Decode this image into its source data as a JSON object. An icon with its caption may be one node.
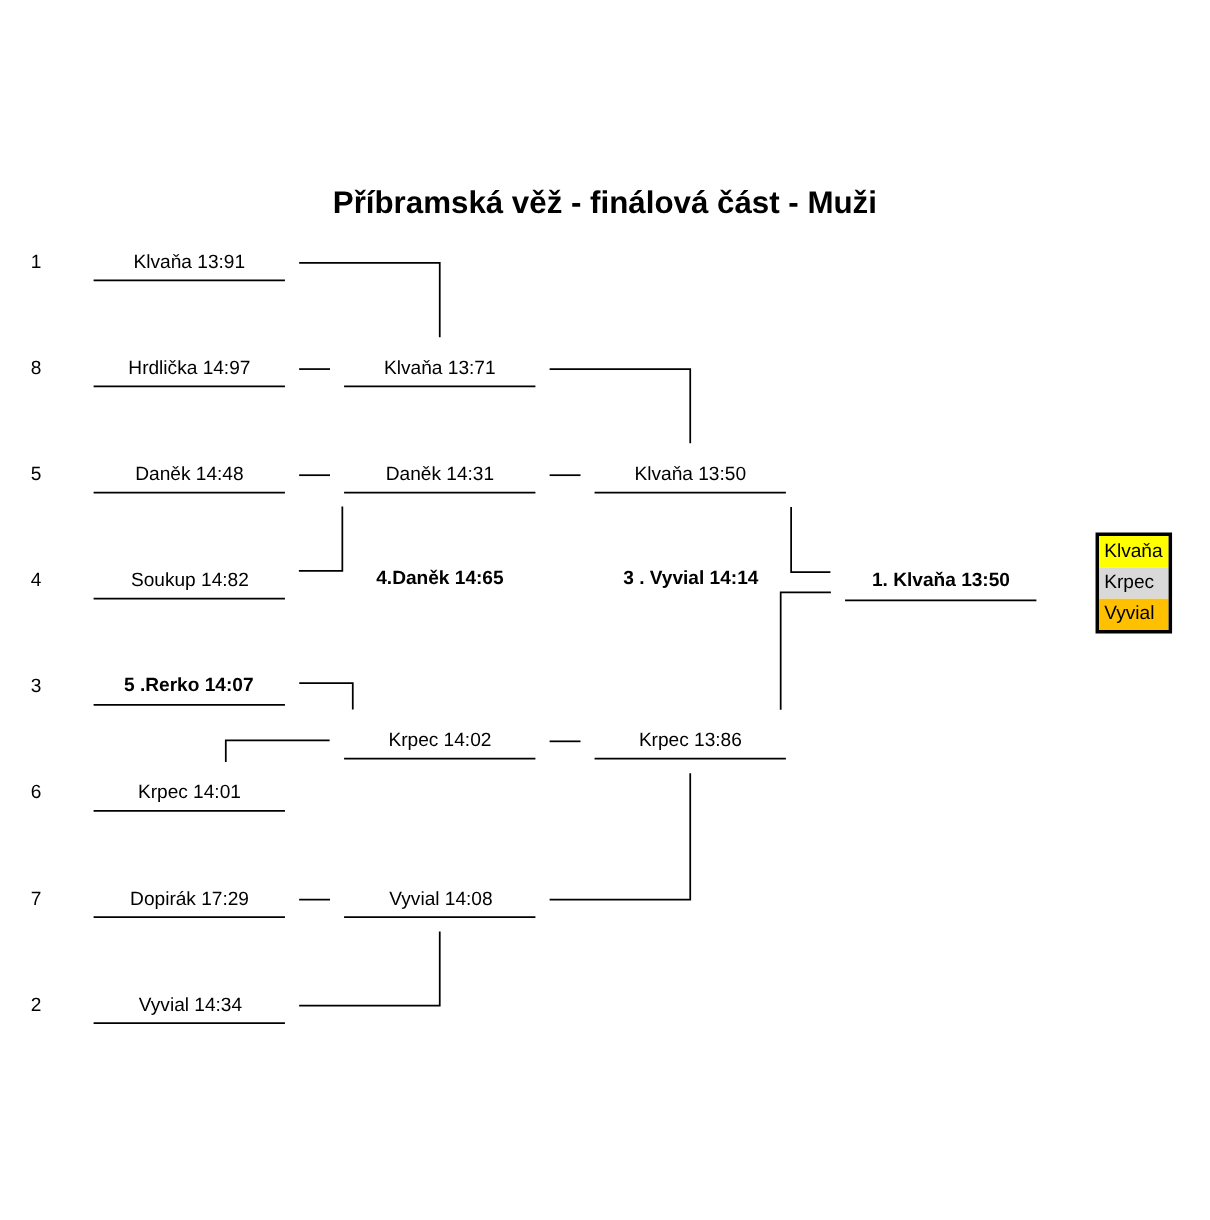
{
  "diagram": {
    "title": "Příbramská věž - finálová část - Muži",
    "nodes": [
      {
        "text": [
          "Klvaňa 13:91"
        ],
        "beside": [
          "1"
        ]
      },
      {
        "text": [
          "Hrdlička 14:97"
        ],
        "beside": [
          "8"
        ]
      },
      {
        "text": [
          "Daněk 14:48"
        ],
        "beside": [
          "5"
        ]
      },
      {
        "text": [
          "Soukup 14:82"
        ],
        "beside": [
          "4"
        ]
      },
      {
        "text": [
          "5 .Rerko 14:07"
        ],
        "beside": [
          "3"
        ]
      },
      {
        "text": [
          "Krpec 14:01"
        ],
        "beside": [
          "6"
        ]
      },
      {
        "text": [
          "Dopirák 17:29"
        ],
        "beside": [
          "7"
        ]
      },
      {
        "text": [
          "Vyvial 14:34"
        ],
        "beside": [
          "2"
        ]
      },
      {
        "text": [
          "Klvaňa 13:71"
        ]
      },
      {
        "text": [
          "Daněk 14:31"
        ]
      },
      {
        "text": [
          "Krpec 14:02"
        ]
      },
      {
        "text": [
          "Vyvial 14:08"
        ]
      },
      {
        "text": [
          "Klvaňa 13:50"
        ]
      },
      {
        "text": [
          "Krpec 13:86"
        ]
      },
      {
        "text": [
          "1. Klvaňa 13:50"
        ]
      }
    ],
    "edges": [
      {
        "from": 0,
        "to": 8,
        "arrow": "none"
      },
      {
        "from": 1,
        "to": 8,
        "arrow": "none"
      },
      {
        "from": 2,
        "to": 9,
        "arrow": "none"
      },
      {
        "from": 3,
        "to": 9,
        "arrow": "none"
      },
      {
        "from": 4,
        "to": 10,
        "arrow": "none"
      },
      {
        "from": 5,
        "to": 10,
        "arrow": "none"
      },
      {
        "from": 6,
        "to": 11,
        "arrow": "none"
      },
      {
        "from": 7,
        "to": 11,
        "arrow": "none"
      },
      {
        "from": 8,
        "to": 12,
        "arrow": "none"
      },
      {
        "from": 9,
        "to": 12,
        "arrow": "none"
      },
      {
        "from": 10,
        "to": 13,
        "arrow": "none"
      },
      {
        "from": 11,
        "to": 13,
        "arrow": "none"
      },
      {
        "from": 12,
        "to": 14,
        "arrow": "none"
      },
      {
        "from": 13,
        "to": 14,
        "arrow": "none"
      }
    ],
    "labels": [
      "4.Daněk 14:65",
      "3 . Vyvial 14:14"
    ],
    "legend": [
      {
        "text": "Klvaňa",
        "color": "#ffff00"
      },
      {
        "text": "Krpec",
        "color": "#d9d9d9"
      },
      {
        "text": "Vyvial",
        "color": "#ffc000"
      }
    ]
  }
}
